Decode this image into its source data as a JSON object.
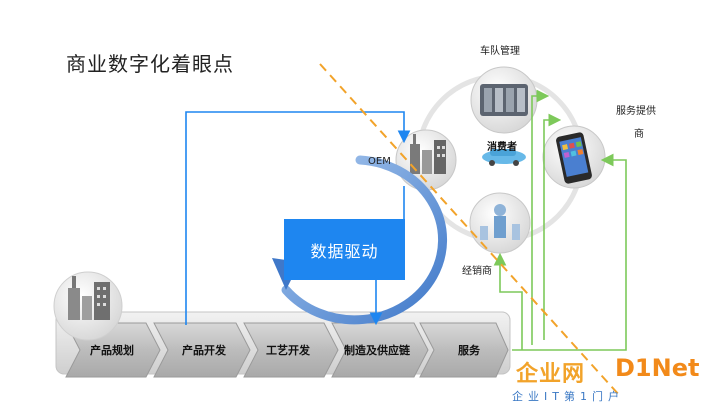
{
  "title": "商业数字化着眼点",
  "center_box": "数据驱动",
  "labels": {
    "oem": "OEM",
    "fleet": "车队管理",
    "consumer": "消费者",
    "service_provider_1": "服务提供",
    "service_provider_2": "商",
    "dealer": "经销商"
  },
  "chain": [
    "产品规划",
    "产品开发",
    "工艺开发",
    "制造及供应链",
    "服务"
  ],
  "watermark": {
    "cn": "企业网",
    "en": "D1Net",
    "sub": "企业IT第1门户"
  },
  "colors": {
    "blue": "#1e86f0",
    "green": "#7dc95a",
    "orange": "#f2a32a",
    "chevron": "#bdbdbd"
  }
}
